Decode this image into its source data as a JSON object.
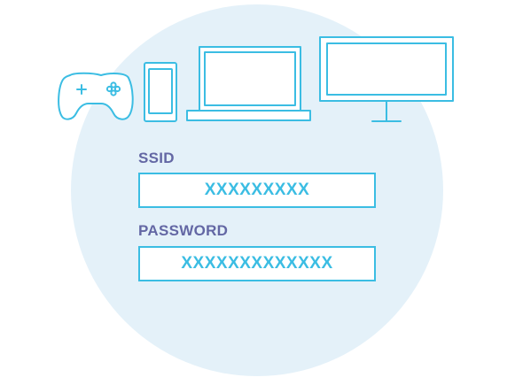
{
  "colors": {
    "accent": "#3bbde3",
    "label": "#6367a4",
    "circle": "#e4f1f9"
  },
  "devices": {
    "icons": [
      "gamepad-icon",
      "smartphone-icon",
      "laptop-icon",
      "monitor-icon"
    ]
  },
  "fields": {
    "ssid": {
      "label": "SSID",
      "value": "XXXXXXXXX"
    },
    "password": {
      "label": "PASSWORD",
      "value": "XXXXXXXXXXXXX"
    }
  }
}
